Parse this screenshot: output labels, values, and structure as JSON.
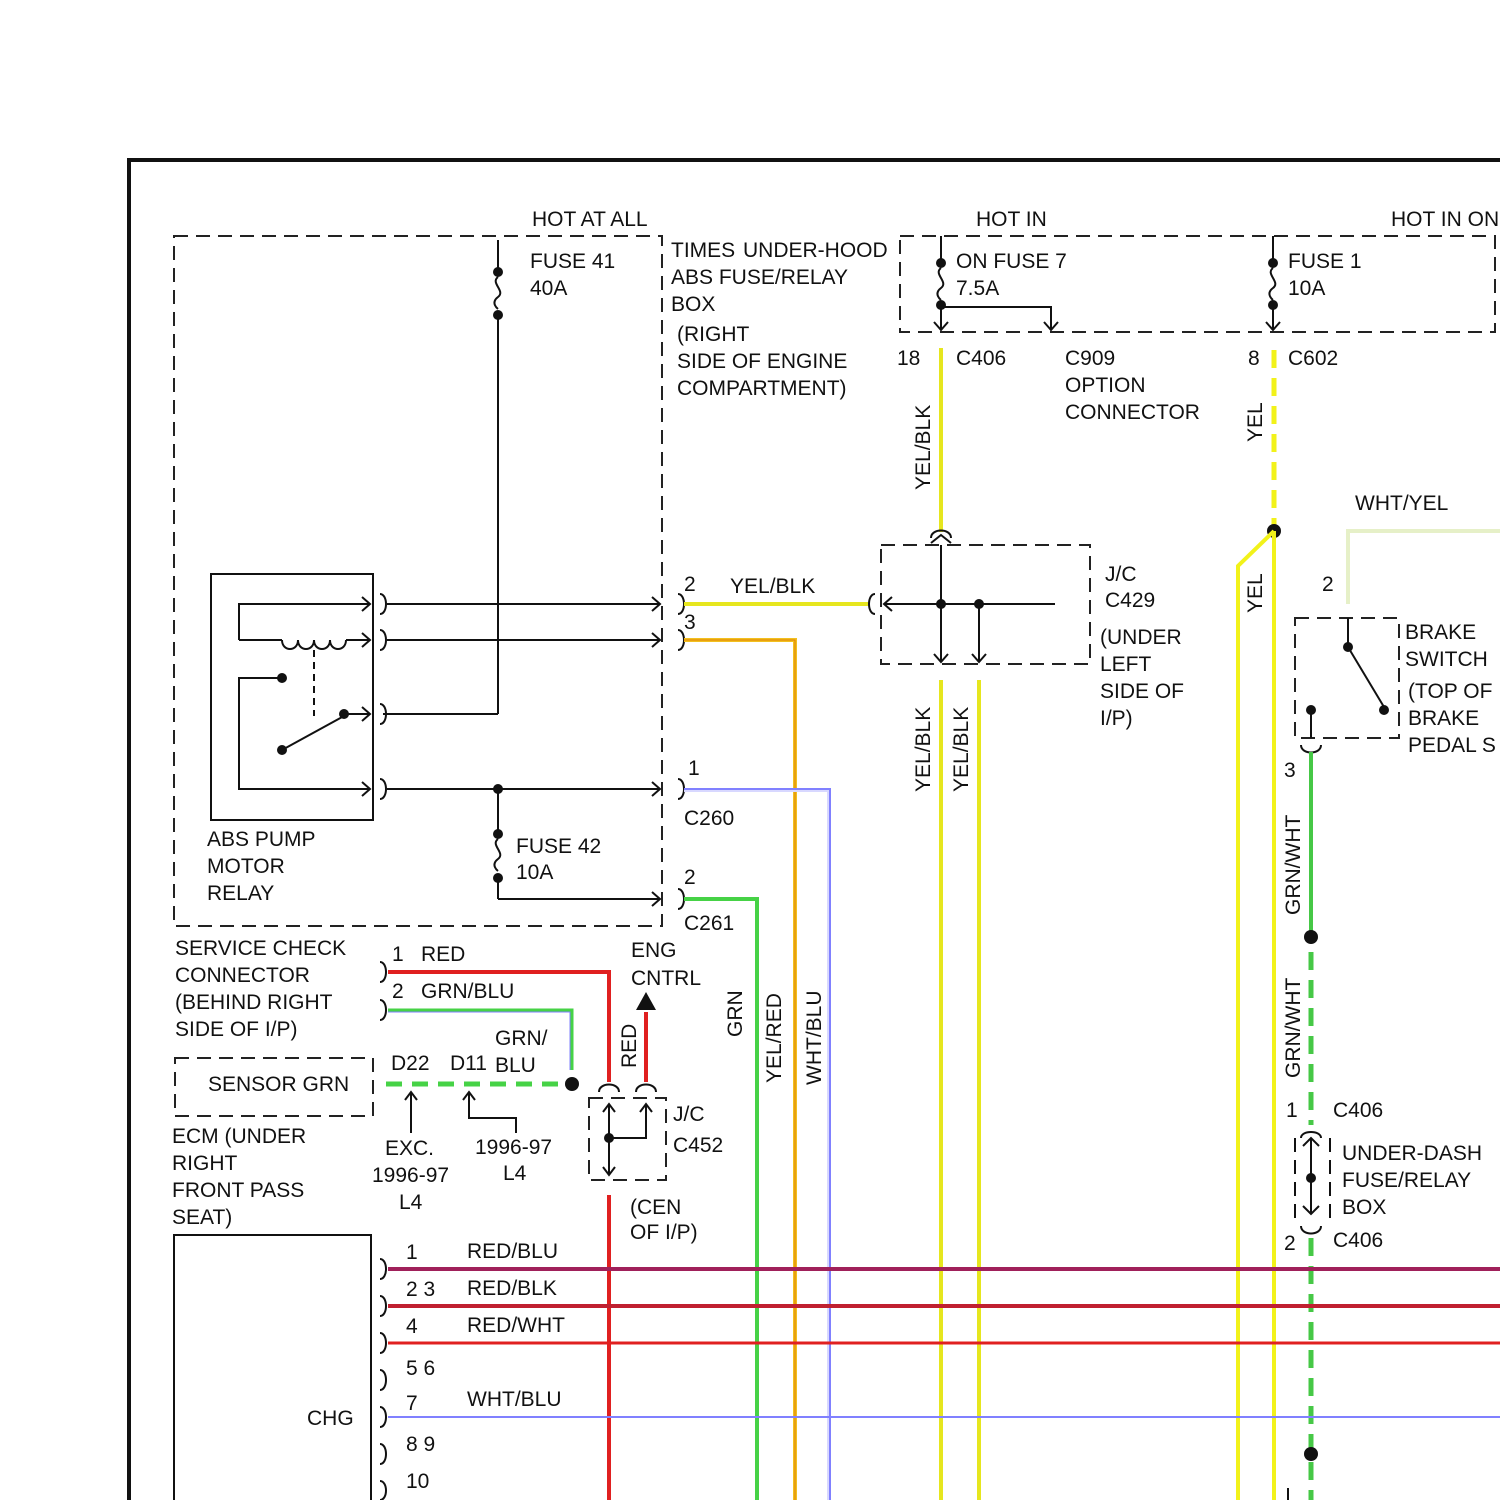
{
  "colors": {
    "yel_blk": "#e6e61e",
    "yel": "#f2f21a",
    "yel_red": "#f0a000",
    "red": "#e02020",
    "grn": "#46d246",
    "grn_wht": "#46c846",
    "wht_blu": "#8080ff",
    "red_blu": "#a0205a",
    "red_blk": "#c02030",
    "wht_yel": "#e6f0c8"
  },
  "power": {
    "hot_at_all": "HOT AT ALL",
    "times": "TIMES",
    "hot_in": "HOT IN",
    "hot_in_on": "HOT IN ON"
  },
  "fuses": {
    "fuse41": [
      "FUSE 41",
      "40A"
    ],
    "fuse42": [
      "FUSE 42",
      "10A"
    ],
    "on_fuse7": [
      "ON FUSE 7",
      "7.5A"
    ],
    "fuse1": [
      "FUSE 1",
      "10A"
    ]
  },
  "underhood_box": [
    "UNDER-HOOD",
    "ABS FUSE/RELAY",
    "BOX",
    "(RIGHT",
    "SIDE OF ENGINE",
    "COMPARTMENT)"
  ],
  "relay": [
    "ABS PUMP",
    "MOTOR",
    "RELAY"
  ],
  "connectors": {
    "c406": "C406",
    "c909": [
      "C909",
      "OPTION",
      "CONNECTOR"
    ],
    "c602": "C602",
    "c260": "C260",
    "c261": "C261",
    "pin18": "18",
    "pin8": "8"
  },
  "jc429": [
    "J/C",
    "C429",
    "(UNDER",
    "LEFT",
    "SIDE OF",
    "I/P)"
  ],
  "brake_switch": [
    "BRAKE",
    "SWITCH",
    "(TOP OF",
    "BRAKE",
    "PEDAL S"
  ],
  "service_check": [
    "SERVICE CHECK",
    "CONNECTOR",
    "(BEHIND RIGHT",
    "SIDE OF I/P)"
  ],
  "sensor_grn": "SENSOR GRN",
  "ecm": [
    "ECM (UNDER",
    "RIGHT",
    "FRONT PASS",
    "SEAT)"
  ],
  "eng_cntrl": [
    "ENG",
    "CNTRL"
  ],
  "jc452": [
    "J/C",
    "C452",
    "(CEN",
    "OF I/P)"
  ],
  "variant_exc": [
    "EXC.",
    "1996-97",
    "L4"
  ],
  "variant_9697": [
    "1996-97",
    "L4"
  ],
  "d22": "D22",
  "d11": "D11",
  "grn_blu_split": [
    "GRN/",
    "BLU"
  ],
  "underdash_box": [
    "UNDER-DASH",
    "FUSE/RELAY",
    "BOX"
  ],
  "pins": {
    "p1": "1",
    "p2": "2",
    "p3": "3",
    "p23": "2 3",
    "p4": "4",
    "p56": "5 6",
    "p7": "7",
    "p89": "8 9",
    "p10": "10"
  },
  "wire_labels": {
    "yel_blk": "YEL/BLK",
    "yel": "YEL",
    "wht_yel": "WHT/YEL",
    "red": "RED",
    "grn_blu": "GRN/BLU",
    "grn": "GRN",
    "yel_red": "YEL/RED",
    "wht_blu": "WHT/BLU",
    "grn_wht": "GRN/WHT",
    "red_blu": "RED/BLU",
    "red_blk": "RED/BLK",
    "red_wht": "RED/WHT"
  },
  "chg": "CHG"
}
